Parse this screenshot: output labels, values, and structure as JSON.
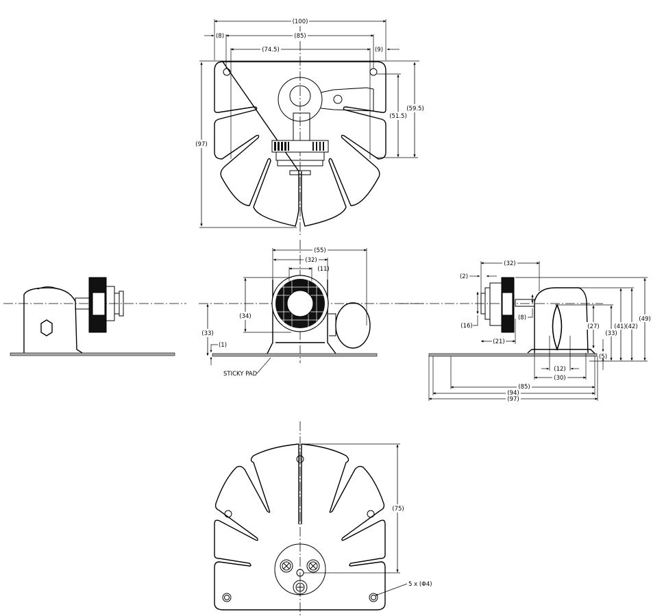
{
  "top_view": {
    "dims": {
      "overall_width": "(100)",
      "left_offset": "(8)",
      "hole_spacing": "(85)",
      "inner_spacing": "(74.5)",
      "right_offset": "(9)",
      "overall_depth": "(97)",
      "hole_to_slot": "(51.5)",
      "edge_to_slot": "(59.5)"
    }
  },
  "front_view": {
    "dims": {
      "width": "(55)",
      "ring_dia": "(32)",
      "bore": "(11)",
      "ring_height": "(34)",
      "axis_height": "(33)",
      "pad_thickness": "(1)"
    },
    "callout": "STICKY PAD"
  },
  "side_view": {
    "dims": {
      "knob_width": "(32)",
      "gap": "(2)",
      "stem": "(16)",
      "knob_depth": "(21)",
      "shaft": "(8)",
      "window": "(27)",
      "axis_height": "(33)",
      "body_height_a": "(41)",
      "body_height_b": "(42)",
      "overall_height": "(49)",
      "base": "(5)",
      "slot": "(12)",
      "body_width": "(30)",
      "hole_spacing": "(85)",
      "pad_length": "(94)",
      "overall_length": "(97)"
    }
  },
  "bottom_view": {
    "dims": {
      "center_to_hole": "(75)"
    },
    "callout": "5 x (Φ4)"
  }
}
